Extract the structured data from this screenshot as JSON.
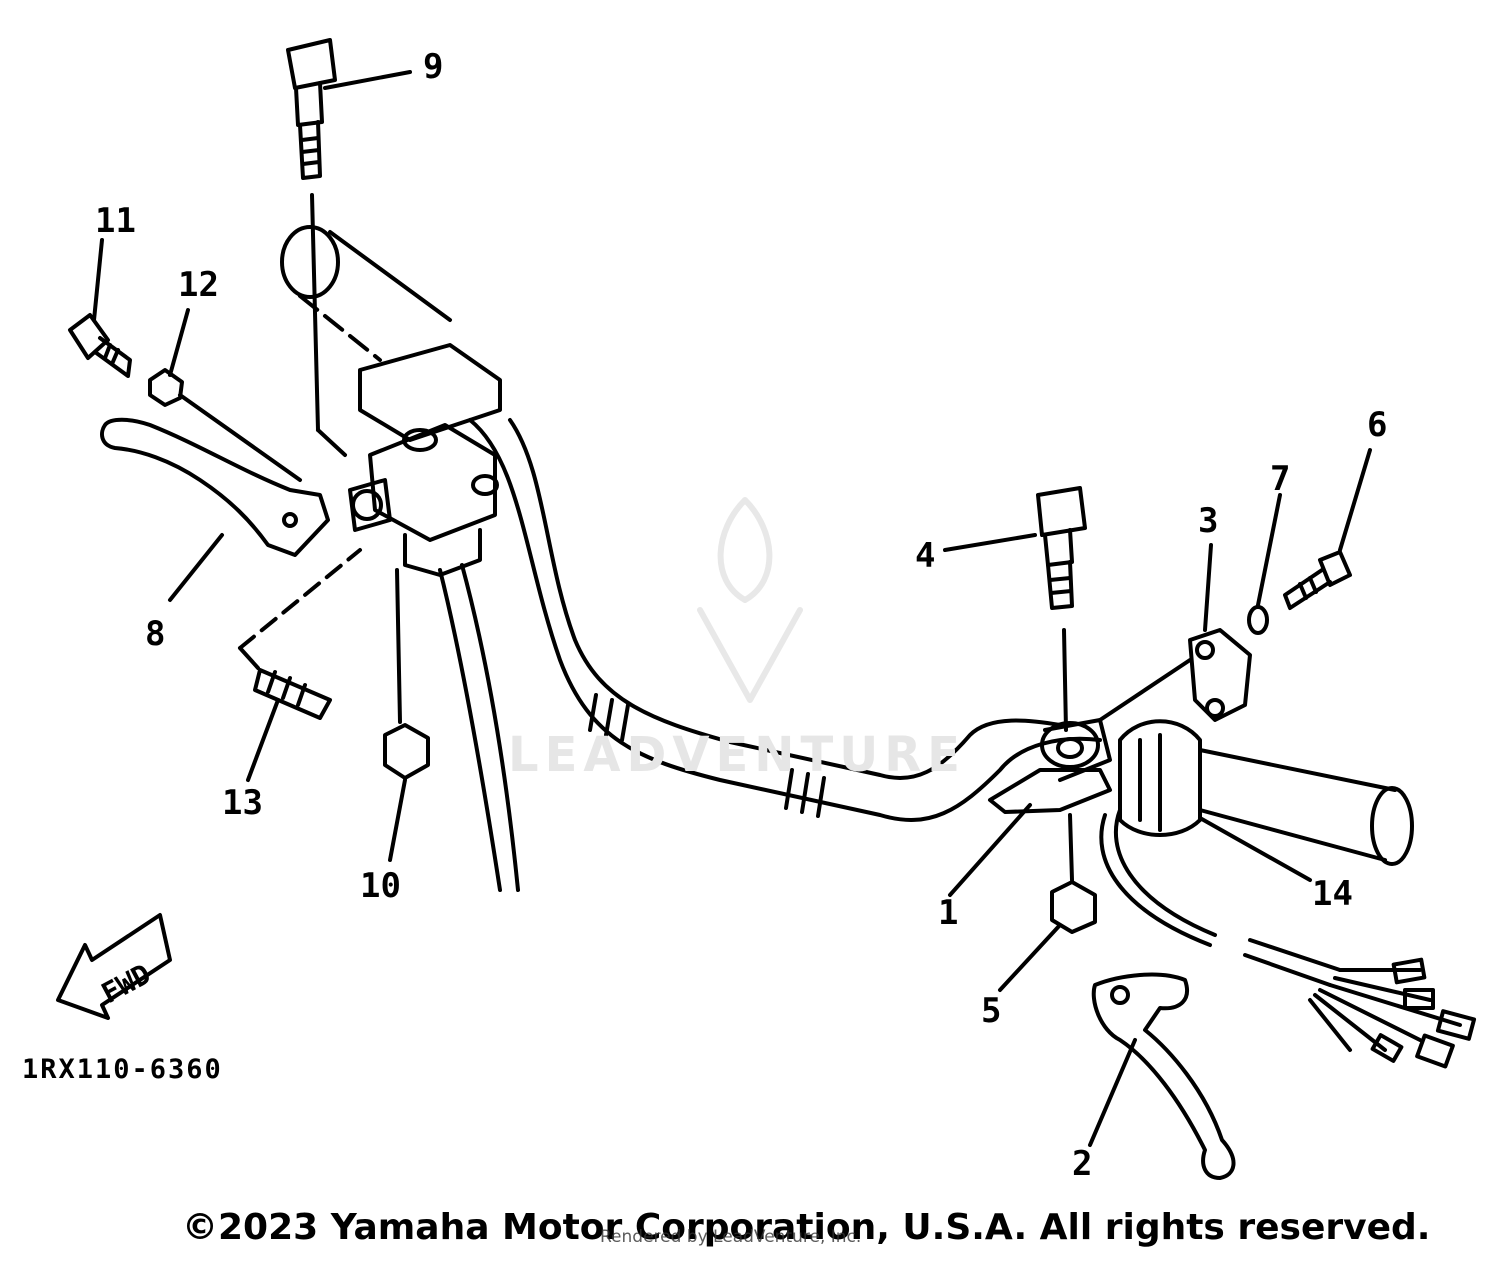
{
  "callouts": {
    "c1": "1",
    "c2": "2",
    "c3": "3",
    "c4": "4",
    "c5": "5",
    "c6": "6",
    "c7": "7",
    "c8": "8",
    "c9": "9",
    "c10": "10",
    "c11": "11",
    "c12": "12",
    "c13": "13",
    "c14": "14"
  },
  "fwd_label": "FWD",
  "part_code": "1RX110-6360",
  "copyright": "©2023 Yamaha Motor Corporation, U.S.A. All rights reserved.",
  "sub_notice": "Rendered by LeadVenture, Inc.",
  "watermark": "LEADVENTURE",
  "colors": {
    "line": "#000000",
    "background": "#ffffff",
    "watermark": "#e6e6e6"
  }
}
